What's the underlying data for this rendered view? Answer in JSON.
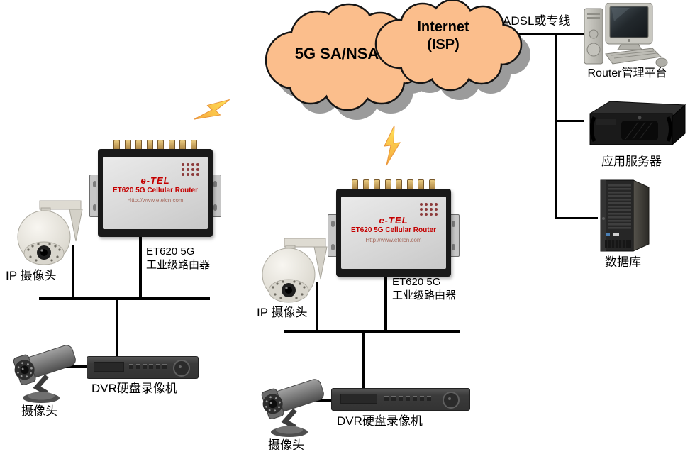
{
  "clouds": {
    "left_label": "5G SA/NSA",
    "right_label_line1": "Internet",
    "right_label_line2": "(ISP)"
  },
  "wan": {
    "link_label": "ADSL或专线"
  },
  "noc": {
    "pc_label": "Router管理平台",
    "app_server_label": "应用服务器",
    "database_label": "数据库"
  },
  "router_face": {
    "logo": "e-TEL",
    "model": "ET620 5G Cellular Router",
    "url": "Http://www.etelcn.com"
  },
  "site1": {
    "router_label_line1": "ET620 5G",
    "router_label_line2": "工业级路由器",
    "ip_camera_label": "IP 摄像头",
    "dvr_label": "DVR硬盘录像机",
    "analog_camera_label": "摄像头"
  },
  "site2": {
    "router_label_line1": "ET620 5G",
    "router_label_line2": "工业级路由器",
    "ip_camera_label": "IP 摄像头",
    "dvr_label": "DVR硬盘录像机",
    "analog_camera_label": "摄像头"
  },
  "colors": {
    "cloud_fill": "#FBBE8C",
    "cloud_shadow": "#9B9B9B",
    "bolt_fill_top": "#FFE259",
    "bolt_fill_bottom": "#F6A83C",
    "router_accent": "#C40000",
    "line": "#000000"
  }
}
